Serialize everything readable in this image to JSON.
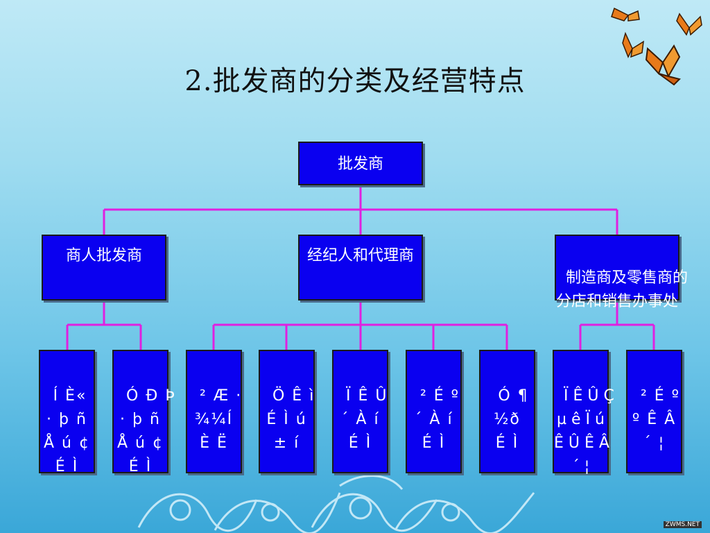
{
  "title": "2.批发商的分类及经营特点",
  "root": {
    "label": "批发商"
  },
  "categories": [
    {
      "label": "商人批发商"
    },
    {
      "label": "经纪人和代理商"
    },
    {
      "label": "制造商及零售商的\n分店和销售办事处"
    }
  ],
  "leaves": [
    {
      "text": "Í È« \n· þ ñ\nÅ ú ¢\nÉ Ì"
    },
    {
      "text": "Ó Ð Þ\n· þ ñ\nÅ ú ¢\nÉ Ì"
    },
    {
      "text": "² Æ ·\n¾¼Í\nÈ Ë"
    },
    {
      "text": "Ö Ê ì\nÉ Ì ú\n± í"
    },
    {
      "text": "Ï Ê Û\n´ À í\nÉ Ì"
    },
    {
      "text": "² É º\n´ À í\nÉ Ì"
    },
    {
      "text": "Ó ¶\n½ð\nÉ Ì"
    },
    {
      "text": "Ï Ê Û Ç\nµ ê Ï ú\nÊ Û Ê Â\n´ ¦"
    },
    {
      "text": "² É º\nº Ê Â\n´ ¦"
    }
  ],
  "colors": {
    "box": "#0a00f0",
    "connector": "#e020e0"
  },
  "watermark": "ZWMS.NET"
}
